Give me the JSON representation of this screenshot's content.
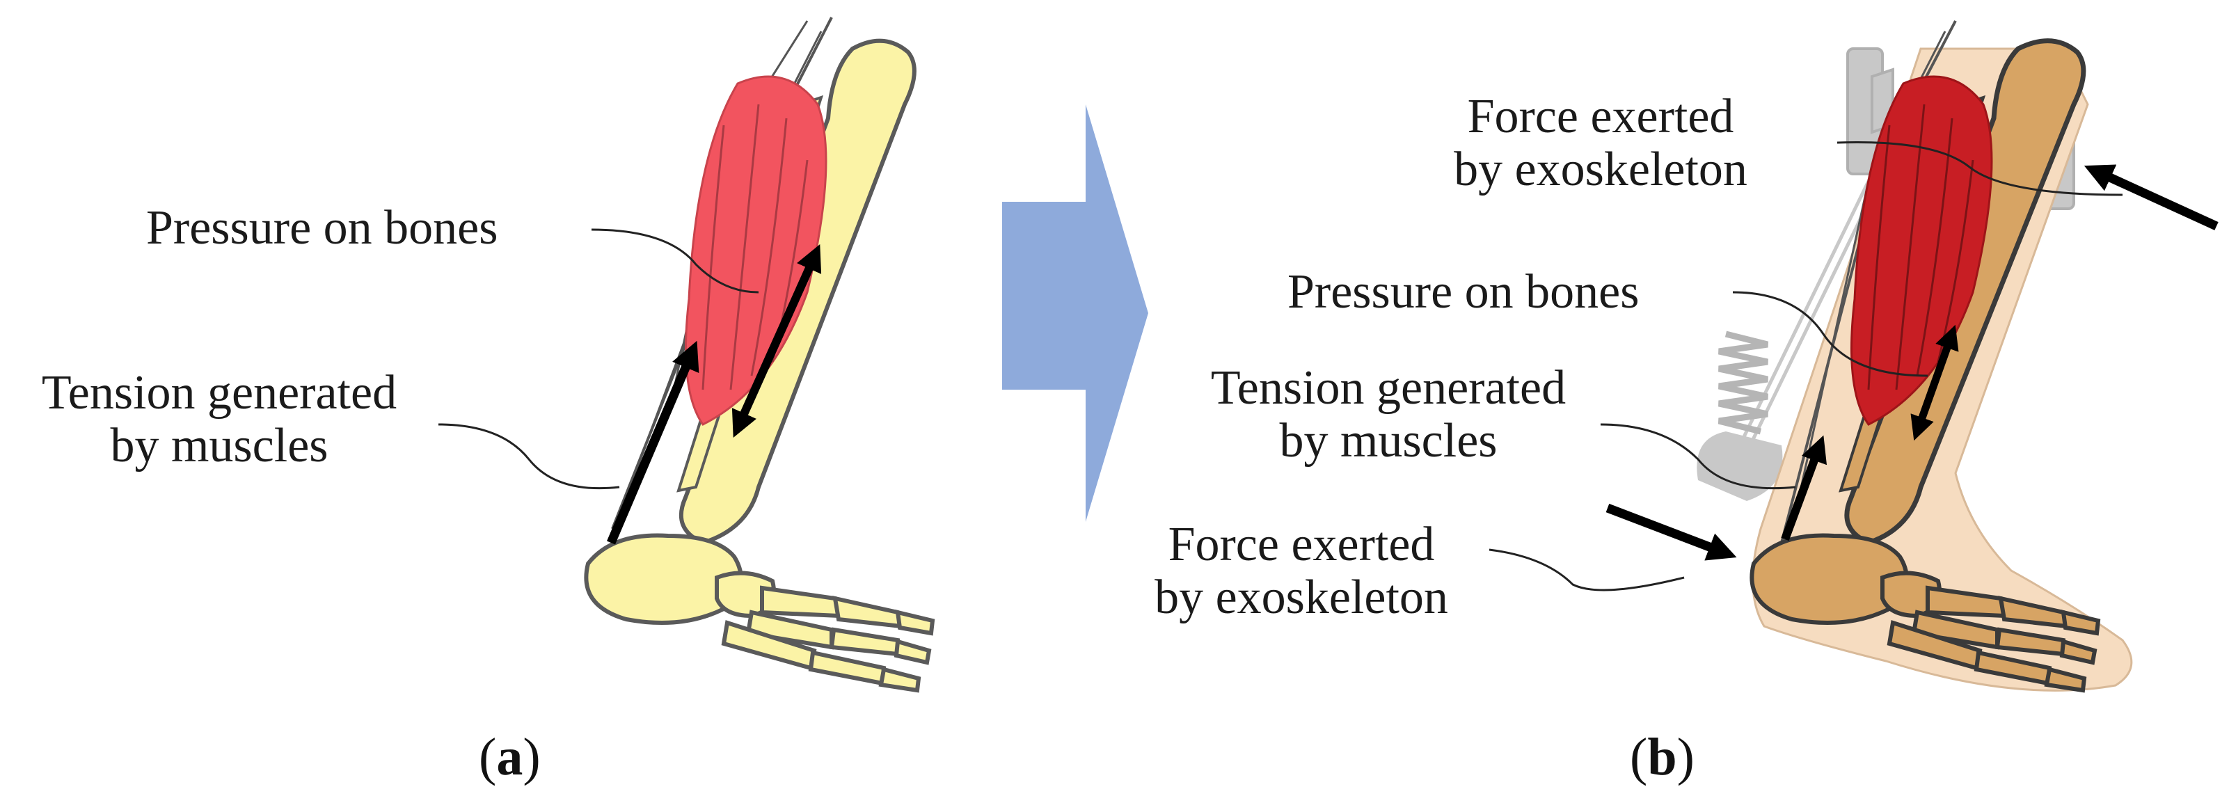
{
  "panel_a": {
    "pressure_label": "Pressure on bones",
    "tension_label_line1": "Tension generated",
    "tension_label_line2": "by muscles",
    "caption_open": "(",
    "caption_letter": "a",
    "caption_close": ")"
  },
  "panel_b": {
    "force_top_line1": "Force exerted",
    "force_top_line2": "by exoskeleton",
    "pressure_label": "Pressure on bones",
    "tension_label_line1": "Tension generated",
    "tension_label_line2": "by muscles",
    "force_bottom_line1": "Force exerted",
    "force_bottom_line2": "by exoskeleton",
    "caption_open": "(",
    "caption_letter": "b",
    "caption_close": ")"
  },
  "colors": {
    "bone_a": "#fbf3a6",
    "muscle_a": "#f2545f",
    "bone_b": "#d7a464",
    "muscle_b": "#c81e24",
    "skin_b": "#f6dcc0",
    "arrow_transition": "#8eaadb",
    "exoskeleton": "#c8c8c8"
  }
}
